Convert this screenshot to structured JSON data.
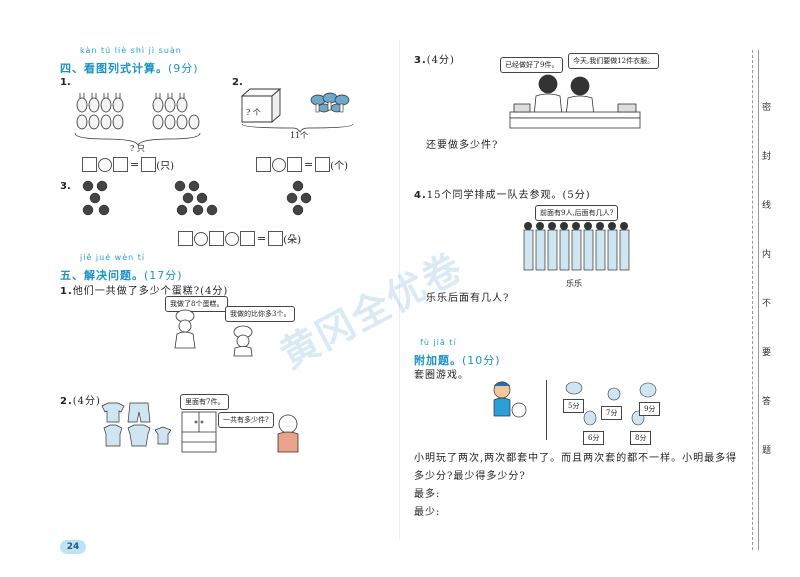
{
  "left": {
    "section4": {
      "pinyin": "kàn tú liè shì jì suàn",
      "title": "四、看图列式计算。",
      "score": "(9分)",
      "q1": {
        "num": "1.",
        "brace_label": "? 只",
        "unit": "(只)"
      },
      "q2": {
        "num": "2.",
        "box_label": "? 个",
        "brace_label": "11个",
        "unit": "(个)"
      },
      "q3": {
        "num": "3.",
        "unit": "(朵)"
      }
    },
    "section5": {
      "pinyin": "jiě jué wèn tí",
      "title": "五、解决问题。",
      "score": "(17分)",
      "q1": {
        "num": "1.",
        "text": "他们一共做了多少个蛋糕?(4分)",
        "bubble1": "我做了8个蛋糕。",
        "bubble2": "我做的比你多3个。"
      },
      "q2": {
        "num": "2.",
        "score": "(4分)",
        "bubble1": "里面有7件。",
        "bubble2": "一共有多少件?"
      }
    },
    "page_number": "24"
  },
  "right": {
    "q3": {
      "num": "3.",
      "score": "(4分)",
      "bubble1": "已经做好了9件。",
      "bubble2": "今天,我们要做12件衣服。",
      "question": "还要做多少件?"
    },
    "q4": {
      "num": "4.",
      "text": "15个同学排成一队去参观。(5分)",
      "bubble": "前面有9人,后面有几人?",
      "caption": "乐乐",
      "question": "乐乐后面有几人?"
    },
    "bonus": {
      "pinyin": "fù jiā tí",
      "title": "附加题。",
      "score": "(10分)",
      "subtitle": "套圈游戏。",
      "cards": [
        "5分",
        "7分",
        "9分",
        "6分",
        "8分"
      ],
      "desc_line1": "小明玩了两次,两次都套中了。而且两次套的都不一样。小明最多得",
      "desc_line2": "多少分?最少得多少分?",
      "most_label": "最多:",
      "least_label": "最少:"
    }
  },
  "binding": [
    "密",
    "封",
    "线",
    "内",
    "不",
    "要",
    "答",
    "题"
  ],
  "watermark": "黄冈全优卷"
}
